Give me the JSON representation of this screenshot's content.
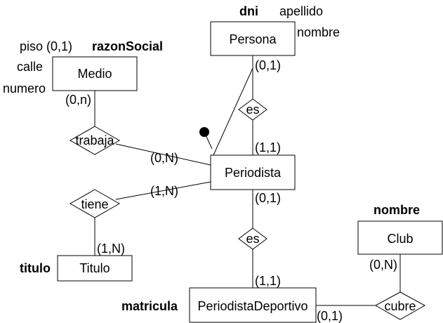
{
  "entities": {
    "persona": "Persona",
    "medio": "Medio",
    "periodista": "Periodista",
    "club": "Club",
    "titulo": "Titulo",
    "periodista_deportivo": "PeriodistaDeportivo"
  },
  "relationships": {
    "es_top": "es",
    "trabaja": "trabaja",
    "tiene": "tiene",
    "es_bottom": "es",
    "cubre": "cubre"
  },
  "attributes": {
    "persona_dni": "dni",
    "persona_apellido": "apellido",
    "persona_nombre": "nombre",
    "medio_piso": "piso (0,1)",
    "medio_razon_social": "razonSocial",
    "medio_calle": "calle",
    "medio_numero": "numero",
    "club_nombre": "nombre",
    "titulo_titulo": "titulo",
    "pd_matricula": "matricula"
  },
  "cardinalities": {
    "persona_es": "(0,1)",
    "es_periodista": "(1,1)",
    "medio_trabaja": "(0,n)",
    "trabaja_periodista": "(0,N)",
    "tiene_periodista": "(1,N)",
    "tiene_titulo": "(1,N)",
    "periodista_es": "(0,1)",
    "es_pd": "(1,1)",
    "club_cubre": "(0,N)",
    "pd_cubre": "(0,1)"
  }
}
